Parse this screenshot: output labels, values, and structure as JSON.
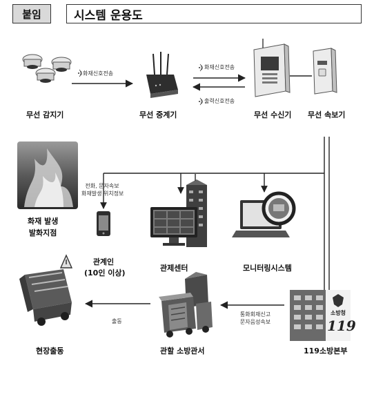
{
  "header": {
    "tag": "붙임",
    "title": "시스템 운용도"
  },
  "nodes": {
    "detector": "무선 감지기",
    "repeater": "무선 중계기",
    "receiver": "무선 수신기",
    "notifier": "무선 속보기",
    "fire_site_line1": "화재 발생",
    "fire_site_line2": "발화지점",
    "stakeholder_line1": "관계인",
    "stakeholder_line2": "(10인 이상)",
    "control_center": "관제센터",
    "monitoring": "모니터링시스템",
    "dispatch": "현장출동",
    "local_station": "관할 소방관서",
    "hq": "119소방본부"
  },
  "edges": {
    "fire_signal_1": "화재신호전송",
    "fire_signal_2": "화재신호전송",
    "output_signal": "출력신호전송",
    "phone_text_line1": "전화, 문자속보",
    "phone_text_line2": "화재발생 위치정보",
    "report_line1": "통화회재신고",
    "report_line2": "문자음성속보",
    "dispatch_edge": "출동"
  },
  "logo": {
    "agency": "소방청",
    "number": "119"
  },
  "colors": {
    "line": "#222222",
    "device_dark": "#3a3a3a",
    "device_light": "#e6e6e6"
  }
}
